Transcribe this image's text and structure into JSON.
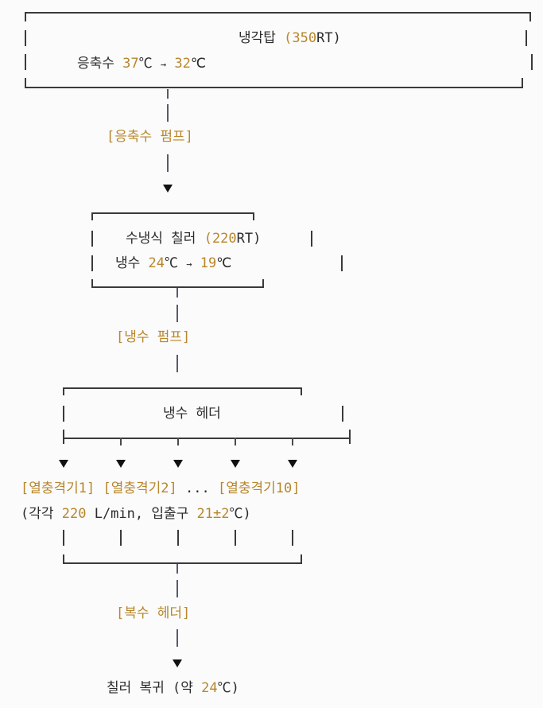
{
  "cooling_tower": {
    "title": "냉각탑",
    "capacity_open": "(",
    "capacity_value": "350",
    "capacity_unit": "RT",
    "capacity_close": ")",
    "flow_label": "응축수",
    "temp_in": "37",
    "temp_out": "32",
    "temp_unit": "℃",
    "arrow": "→"
  },
  "condenser_pump": {
    "label": "[응축수 펌프]"
  },
  "chiller": {
    "title": "수냉식 칠러",
    "capacity_open": "(",
    "capacity_value": "220",
    "capacity_unit": "RT",
    "capacity_close": ")",
    "flow_label": "냉수",
    "temp_in": "24",
    "temp_out": "19",
    "temp_unit": "℃",
    "arrow": "→"
  },
  "chilled_pump": {
    "label": "[냉수 펌프]"
  },
  "supply_header": {
    "label": "냉수 헤더"
  },
  "exchangers": {
    "items": [
      "[열충격기1]",
      "[열충격기2]",
      "...",
      "[열충격기10]"
    ],
    "spec_prefix": "(각각 ",
    "flow_value": "220",
    "flow_unit": " L/min, 입출구 ",
    "temp_value": "21±2",
    "temp_unit": "℃)"
  },
  "return_header": {
    "label": "[복수 헤더]"
  },
  "return": {
    "label": "칠러 복귀 (약 ",
    "temp_value": "24",
    "temp_unit": "℃)"
  },
  "colors": {
    "accent": "#b8862b",
    "line": "#3a3a3a",
    "text": "#2b2b2b"
  }
}
